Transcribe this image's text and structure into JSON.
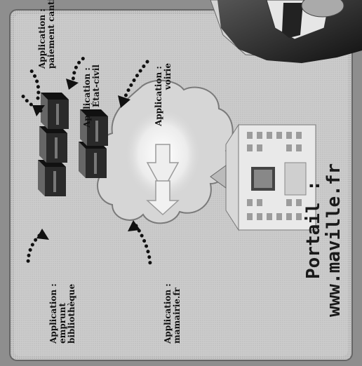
{
  "apps": {
    "cantine": {
      "line1": "Application :",
      "line2": "paiement cantine"
    },
    "etatcivil": {
      "line1": "Application :",
      "line2": "État-civil"
    },
    "voirie": {
      "line1": "Application :",
      "line2": "voirie"
    },
    "bibliotheque": {
      "line1": "Application :",
      "line2": "emprunt",
      "line3": "bibliothèque"
    },
    "mamairie": {
      "line1": "Application :",
      "line2": "mamairie.fr"
    }
  },
  "portal": {
    "title": "Portail :",
    "url": "www.maville.fr"
  }
}
